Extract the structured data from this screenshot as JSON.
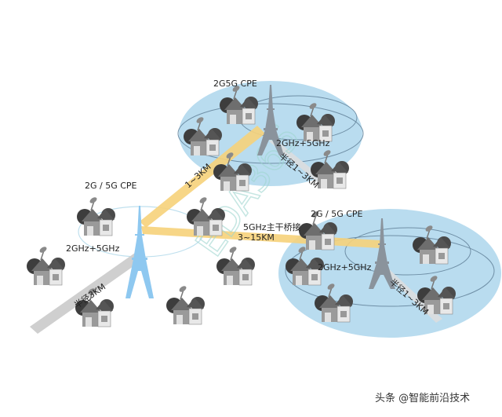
{
  "labels": {
    "top_cpe": "2G5G CPE",
    "top_freq": "2GHz+5GHz",
    "top_radius": "半径1~3KM",
    "link_top": "1~3KM",
    "left_cpe": "2G / 5G CPE",
    "left_freq": "2GHz+5GHz",
    "left_radius": "半径3KM",
    "backbone": "5GHz主干桥接",
    "backbone_range": "3~15KM",
    "right_cpe": "2G / 5G CPE",
    "right_freq": "2GHz+5GHz",
    "right_radius": "半径1~3KM"
  },
  "watermark": "头条 @智能前沿技术",
  "faint_watermark": "EDA365",
  "colors": {
    "cell_fill": "#b9dcef",
    "beam_yellow": "#f6d27a",
    "beam_grey": "#cfcfcf",
    "tower_main": "#8ec8f0",
    "tower_remote": "#8a939c",
    "house": "#8e8e8e"
  }
}
